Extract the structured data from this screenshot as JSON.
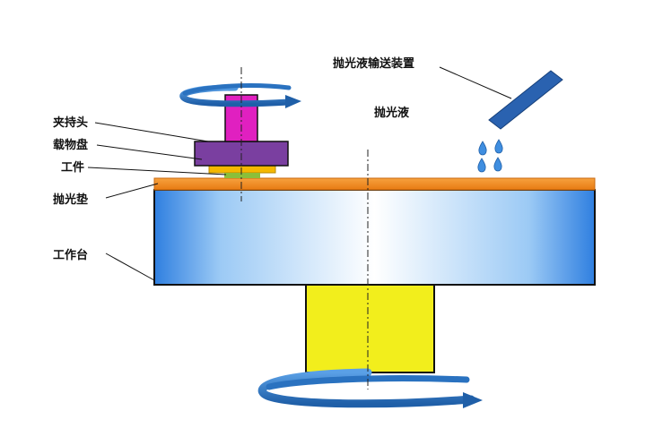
{
  "diagram": {
    "type": "cmp-polishing-schematic",
    "labels": {
      "chuck": "夹持头",
      "carrier": "载物盘",
      "workpiece": "工件",
      "pad": "抛光垫",
      "table": "工作台",
      "slurry_feeder": "抛光液输送装置",
      "slurry": "抛光液"
    },
    "colors": {
      "chuck": "#e020c0",
      "carrier": "#7a3fa0",
      "workpiece_base": "#f5b800",
      "workpiece_top": "#8bbf3a",
      "pad": "#f0891e",
      "table_center": "#ffffff",
      "table_edge": "#2f7fe0",
      "spindle": "#f2ee1c",
      "rotation_arrow": "#2a72c0",
      "slurry_tube": "#2a62b0",
      "droplet": "#3f8ee0",
      "outline": "#111111"
    },
    "icons": [
      "rotation-arrow-icon",
      "droplet-icon"
    ]
  }
}
